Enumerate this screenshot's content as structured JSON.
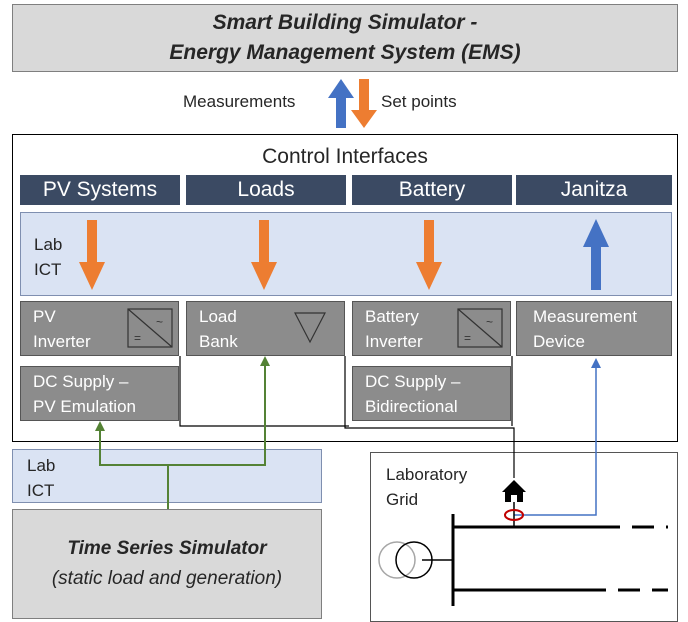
{
  "ems": {
    "line1": "Smart Building Simulator -",
    "line2": "Energy Management System (EMS)"
  },
  "arrows": {
    "measurements": "Measurements",
    "set_points": "Set points"
  },
  "control": {
    "title": "Control Interfaces",
    "interfaces": [
      "PV Systems",
      "Loads",
      "Battery",
      "Janitza"
    ]
  },
  "lab_ict_top": {
    "line1": "Lab",
    "line2": "ICT"
  },
  "devices": {
    "pv_inverter": {
      "line1": "PV",
      "line2": "Inverter"
    },
    "load_bank": {
      "line1": "Load",
      "line2": "Bank"
    },
    "battery_inverter": {
      "line1": "Battery",
      "line2": "Inverter"
    },
    "measurement_device": {
      "line1": "Measurement",
      "line2": "Device"
    },
    "dc_supply_pv": {
      "line1": "DC Supply –",
      "line2": "PV Emulation"
    },
    "dc_supply_bidi": {
      "line1": "DC Supply –",
      "line2": "Bidirectional"
    }
  },
  "lab_ict_bottom": {
    "line1": "Lab",
    "line2": "ICT"
  },
  "time_series": {
    "line1": "Time Series Simulator",
    "line2": "(static load and generation)"
  },
  "grid": {
    "line1": "Laboratory",
    "line2": "Grid"
  },
  "colors": {
    "orange": "#ed7d31",
    "blue": "#4472c4",
    "green": "#548235",
    "navy": "#3b4a63"
  }
}
